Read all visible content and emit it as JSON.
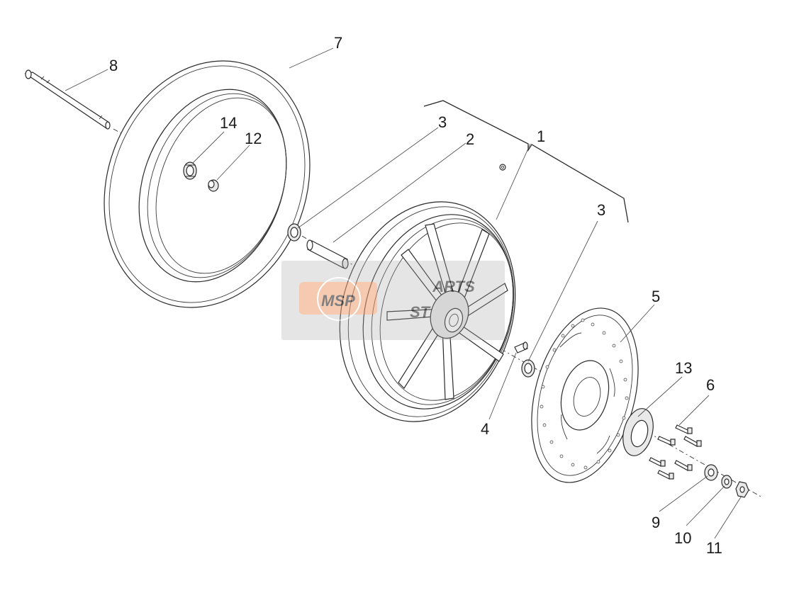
{
  "diagram": {
    "callouts": [
      {
        "id": "c1",
        "label": "1"
      },
      {
        "id": "c2",
        "label": "2"
      },
      {
        "id": "c3a",
        "label": "3"
      },
      {
        "id": "c3b",
        "label": "3"
      },
      {
        "id": "c4",
        "label": "4"
      },
      {
        "id": "c5",
        "label": "5"
      },
      {
        "id": "c6",
        "label": "6"
      },
      {
        "id": "c7",
        "label": "7"
      },
      {
        "id": "c8",
        "label": "8"
      },
      {
        "id": "c9",
        "label": "9"
      },
      {
        "id": "c10",
        "label": "10"
      },
      {
        "id": "c11",
        "label": "11"
      },
      {
        "id": "c12",
        "label": "12"
      },
      {
        "id": "c13",
        "label": "13"
      },
      {
        "id": "c14",
        "label": "14"
      }
    ]
  },
  "watermark": {
    "logo_text": "MSP",
    "line1": "ARTS",
    "line2": "ST",
    "color": "#f0a070"
  }
}
